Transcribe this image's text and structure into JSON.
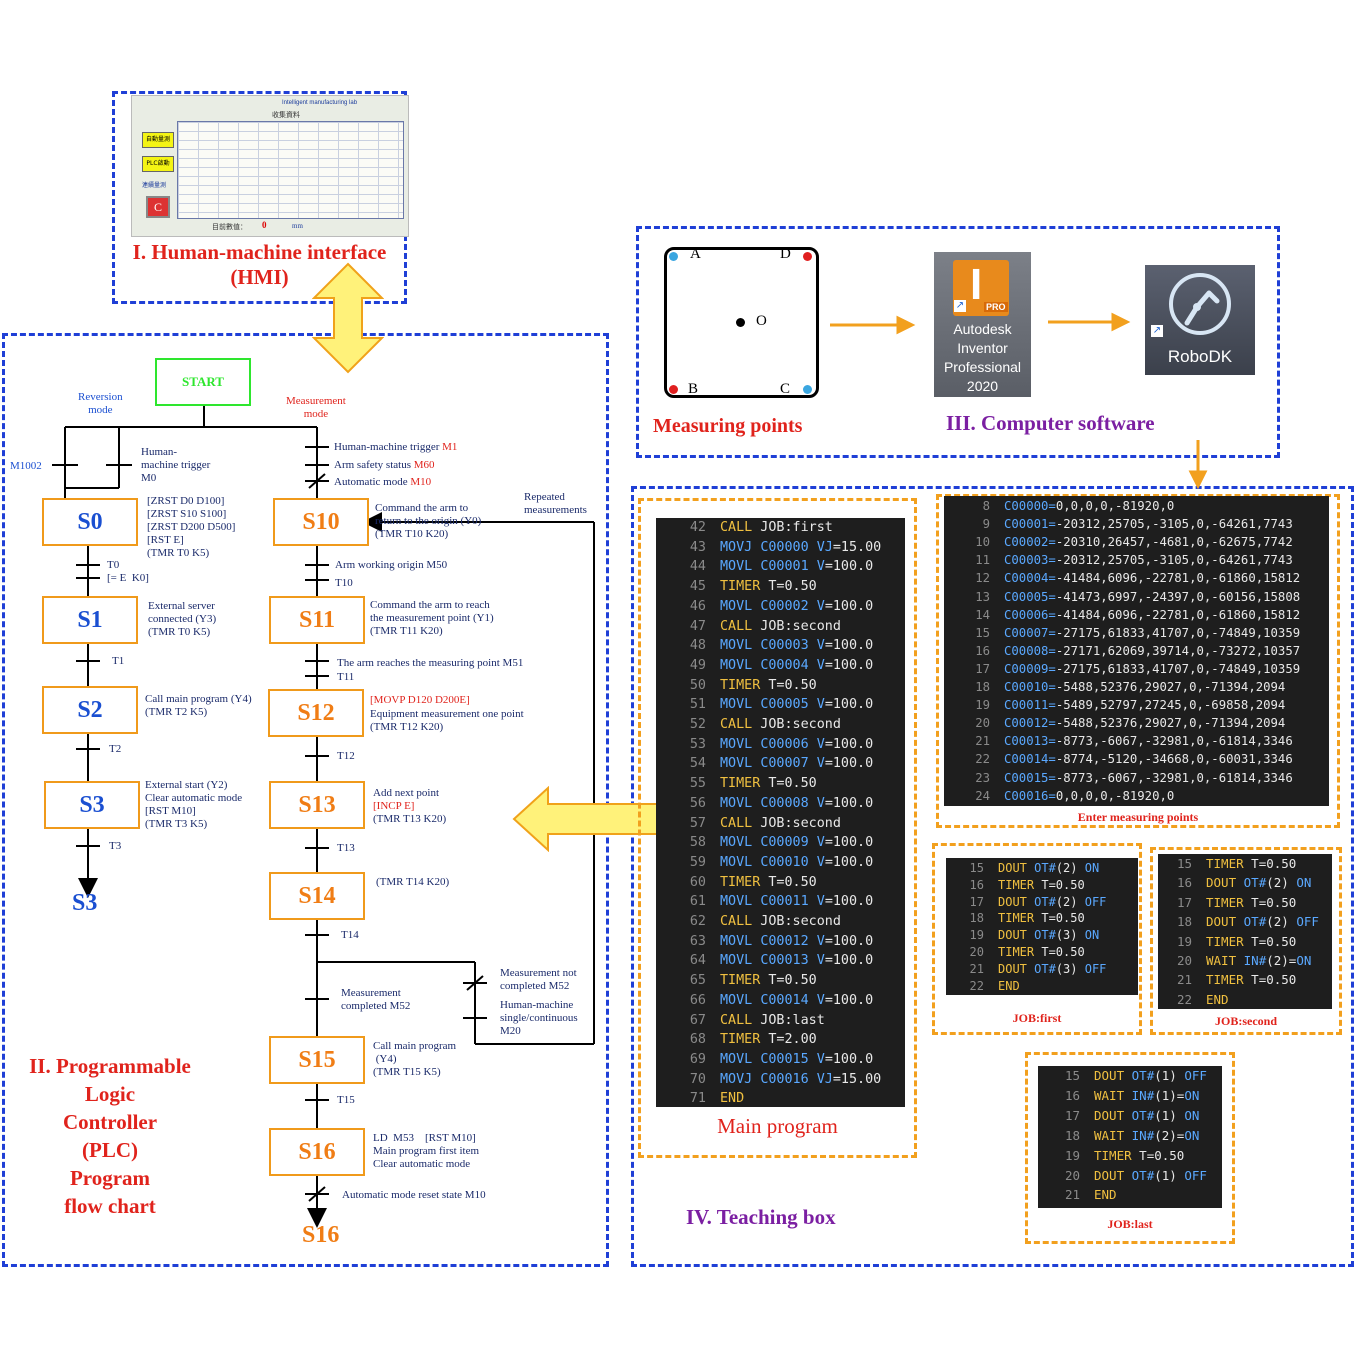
{
  "hmi": {
    "title": "I. Human-machine interface\n(HMI)",
    "screen_header": "Intelligent manufacturing lab",
    "screen_table_title": "收集資料",
    "screen_button_labels": [
      "自動量測",
      "PLC啟動",
      "連續量測"
    ],
    "screen_value": "0",
    "screen_unit": "mm",
    "screen_value_label": "目前數值："
  },
  "plc": {
    "title": "II. Programmable\nLogic\nController\n(PLC)\nProgram\nflow chart",
    "start": "START",
    "reversion_mode": "Reversion\nmode",
    "measurement_mode": "Measurement\nmode",
    "m1002": "M1002",
    "left_trigger": "Human-\nmachine trigger\nM0",
    "right_conditions": [
      {
        "text": "Human-machine trigger ",
        "code": "M1"
      },
      {
        "text": "Arm safety status ",
        "code": "M60"
      },
      {
        "text": "Automatic mode ",
        "code": "M10"
      }
    ],
    "repeated": "Repeated\nmeasurements",
    "steps_left": [
      "S0",
      "S1",
      "S2",
      "S3"
    ],
    "steps_right": [
      "S10",
      "S11",
      "S12",
      "S13",
      "S14",
      "S15",
      "S16"
    ],
    "end_left": "S3",
    "end_right": "S16",
    "notes": {
      "s0": "[ZRST D0 D100]\n[ZRST S10 S100]\n[ZRST D200 D500]\n[RST E]\n(TMR T0 K5)",
      "t0": "T0\n[= E  K0]",
      "s1": "External server\nconnected (Y3)\n(TMR T0 K5)",
      "t1": "T1",
      "s2": "Call main program (Y4)\n(TMR T2 K5)",
      "t2": "T2",
      "s3": "External start (Y2)\nClear automatic mode\n[RST M10]\n(TMR T3 K5)",
      "t3": "T3",
      "s10": "Command the arm to\nreturn to the origin (Y0)\n(TMR T10 K20)",
      "m50": "Arm working origin M50",
      "t10": "T10",
      "s11": "Command the arm to reach\nthe measurement point (Y1)\n(TMR T11 K20)",
      "m51": "The arm reaches the measuring point M51",
      "t11": "T11",
      "s12a": "[MOVP D120 D200E]",
      "s12b": "Equipment measurement one point\n(TMR T12 K20)",
      "t12": "T12",
      "s13a": "Add next point",
      "s13b": "[INCP E]",
      "s13c": "(TMR T13 K20)",
      "t13": "T13",
      "s14": "(TMR T14 K20)",
      "t14": "T14",
      "m52a": "Measurement\ncompleted M52",
      "m52b": "Measurement not\ncompleted M52",
      "m20": "Human-machine\nsingle/continuous\nM20",
      "s15": "Call main program\n (Y4)\n(TMR T15 K5)",
      "t15": "T15",
      "s16": "LD  M53    [RST M10]\nMain program first item\nClear automatic mode",
      "m10": "Automatic mode reset state M10"
    }
  },
  "software": {
    "title": "III. Computer software",
    "measuring_points": "Measuring points",
    "point_labels": [
      "A",
      "D",
      "O",
      "B",
      "C"
    ],
    "inventor_label": "Autodesk\nInventor\nProfessional\n2020",
    "inventor_badge": "PRO",
    "inventor_letter": "I",
    "robodk_label": "RoboDK"
  },
  "teaching": {
    "title": "IV. Teaching box",
    "main_caption": "Main program",
    "enter_caption": "Enter measuring points",
    "first_caption": "JOB:first",
    "second_caption": "JOB:second",
    "last_caption": "JOB:last",
    "main_lines": [
      {
        "n": "42",
        "c": "CALL JOB:first"
      },
      {
        "n": "43",
        "c": "MOVJ C00000 VJ=15.00"
      },
      {
        "n": "44",
        "c": "MOVL C00001 V=100.0"
      },
      {
        "n": "45",
        "c": "TIMER T=0.50"
      },
      {
        "n": "46",
        "c": "MOVL C00002 V=100.0"
      },
      {
        "n": "47",
        "c": "CALL JOB:second"
      },
      {
        "n": "48",
        "c": "MOVL C00003 V=100.0"
      },
      {
        "n": "49",
        "c": "MOVL C00004 V=100.0"
      },
      {
        "n": "50",
        "c": "TIMER T=0.50"
      },
      {
        "n": "51",
        "c": "MOVL C00005 V=100.0"
      },
      {
        "n": "52",
        "c": "CALL JOB:second"
      },
      {
        "n": "53",
        "c": "MOVL C00006 V=100.0"
      },
      {
        "n": "54",
        "c": "MOVL C00007 V=100.0"
      },
      {
        "n": "55",
        "c": "TIMER T=0.50"
      },
      {
        "n": "56",
        "c": "MOVL C00008 V=100.0"
      },
      {
        "n": "57",
        "c": "CALL JOB:second"
      },
      {
        "n": "58",
        "c": "MOVL C00009 V=100.0"
      },
      {
        "n": "59",
        "c": "MOVL C00010 V=100.0"
      },
      {
        "n": "60",
        "c": "TIMER T=0.50"
      },
      {
        "n": "61",
        "c": "MOVL C00011 V=100.0"
      },
      {
        "n": "62",
        "c": "CALL JOB:second"
      },
      {
        "n": "63",
        "c": "MOVL C00012 V=100.0"
      },
      {
        "n": "64",
        "c": "MOVL C00013 V=100.0"
      },
      {
        "n": "65",
        "c": "TIMER T=0.50"
      },
      {
        "n": "66",
        "c": "MOVL C00014 V=100.0"
      },
      {
        "n": "67",
        "c": "CALL JOB:last"
      },
      {
        "n": "68",
        "c": "TIMER T=2.00"
      },
      {
        "n": "69",
        "c": "MOVL C00015 V=100.0"
      },
      {
        "n": "70",
        "c": "MOVJ C00016 VJ=15.00"
      },
      {
        "n": "71",
        "c": "END"
      }
    ],
    "point_lines": [
      {
        "n": "8",
        "c": "C00000=0,0,0,0,-81920,0"
      },
      {
        "n": "9",
        "c": "C00001=-20312,25705,-3105,0,-64261,7743"
      },
      {
        "n": "10",
        "c": "C00002=-20310,26457,-4681,0,-62675,7742"
      },
      {
        "n": "11",
        "c": "C00003=-20312,25705,-3105,0,-64261,7743"
      },
      {
        "n": "12",
        "c": "C00004=-41484,6096,-22781,0,-61860,15812"
      },
      {
        "n": "13",
        "c": "C00005=-41473,6997,-24397,0,-60156,15808"
      },
      {
        "n": "14",
        "c": "C00006=-41484,6096,-22781,0,-61860,15812"
      },
      {
        "n": "15",
        "c": "C00007=-27175,61833,41707,0,-74849,10359"
      },
      {
        "n": "16",
        "c": "C00008=-27171,62069,39714,0,-73272,10357"
      },
      {
        "n": "17",
        "c": "C00009=-27175,61833,41707,0,-74849,10359"
      },
      {
        "n": "18",
        "c": "C00010=-5488,52376,29027,0,-71394,2094"
      },
      {
        "n": "19",
        "c": "C00011=-5489,52797,27245,0,-69858,2094"
      },
      {
        "n": "20",
        "c": "C00012=-5488,52376,29027,0,-71394,2094"
      },
      {
        "n": "21",
        "c": "C00013=-8773,-6067,-32981,0,-61814,3346"
      },
      {
        "n": "22",
        "c": "C00014=-8774,-5120,-34668,0,-60031,3346"
      },
      {
        "n": "23",
        "c": "C00015=-8773,-6067,-32981,0,-61814,3346"
      },
      {
        "n": "24",
        "c": "C00016=0,0,0,0,-81920,0"
      }
    ],
    "first_lines": [
      {
        "n": "15",
        "c": "DOUT OT#(2) ON"
      },
      {
        "n": "16",
        "c": "TIMER T=0.50"
      },
      {
        "n": "17",
        "c": "DOUT OT#(2) OFF"
      },
      {
        "n": "18",
        "c": "TIMER T=0.50"
      },
      {
        "n": "19",
        "c": "DOUT OT#(3) ON"
      },
      {
        "n": "20",
        "c": "TIMER T=0.50"
      },
      {
        "n": "21",
        "c": "DOUT OT#(3) OFF"
      },
      {
        "n": "22",
        "c": "END"
      }
    ],
    "second_lines": [
      {
        "n": "15",
        "c": "TIMER T=0.50"
      },
      {
        "n": "16",
        "c": "DOUT OT#(2) ON"
      },
      {
        "n": "17",
        "c": "TIMER T=0.50"
      },
      {
        "n": "18",
        "c": "DOUT OT#(2) OFF"
      },
      {
        "n": "19",
        "c": "TIMER T=0.50"
      },
      {
        "n": "20",
        "c": "WAIT IN#(2)=ON"
      },
      {
        "n": "21",
        "c": "TIMER T=0.50"
      },
      {
        "n": "22",
        "c": "END"
      }
    ],
    "last_lines": [
      {
        "n": "15",
        "c": "DOUT OT#(1) OFF"
      },
      {
        "n": "16",
        "c": "WAIT IN#(1)=ON"
      },
      {
        "n": "17",
        "c": "DOUT OT#(1) ON"
      },
      {
        "n": "18",
        "c": "WAIT IN#(2)=ON"
      },
      {
        "n": "19",
        "c": "TIMER T=0.50"
      },
      {
        "n": "20",
        "c": "DOUT OT#(1) OFF"
      },
      {
        "n": "21",
        "c": "END"
      }
    ]
  },
  "colors": {
    "panel_border": "#1f3fd6",
    "sub_border": "#f2a01e",
    "title_red": "#e0231c",
    "title_purple": "#7b1fa2",
    "step_blue": "#1a4fd1",
    "step_orange": "#f07d15",
    "arrow_fill": "#fff27a"
  }
}
